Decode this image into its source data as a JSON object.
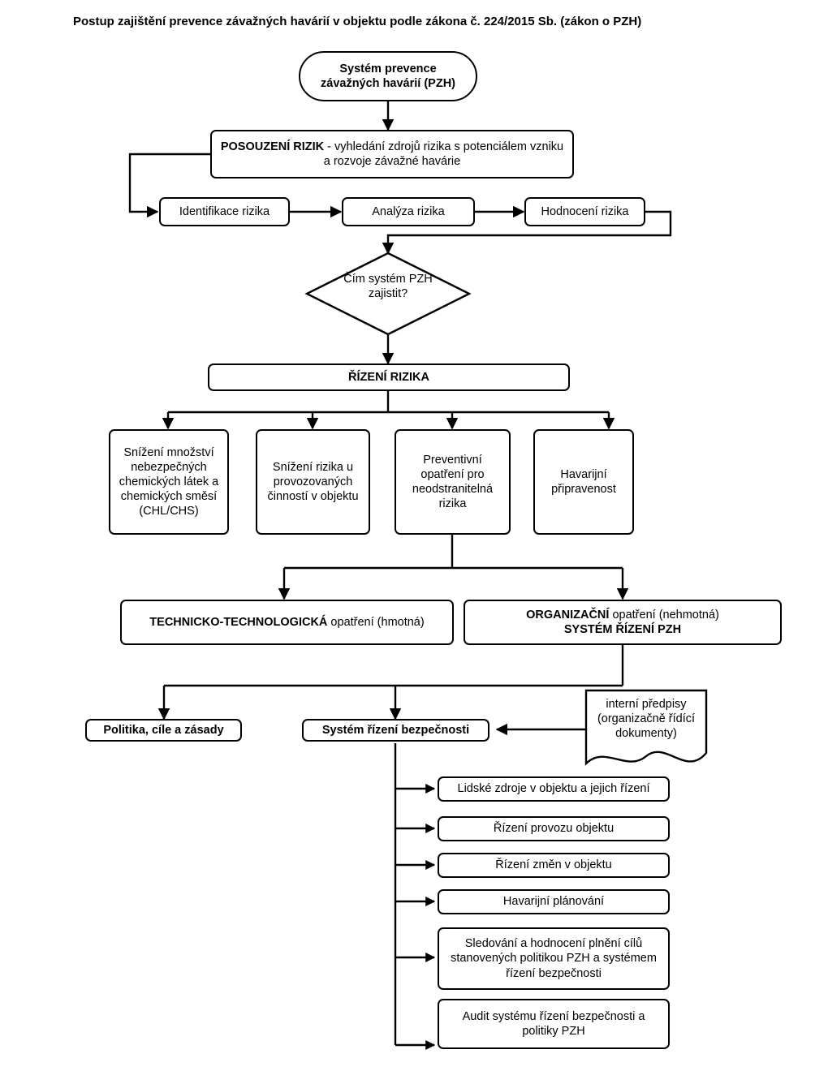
{
  "title": "Postup zajištění prevence závažných havárií v objektu podle zákona č. 224/2015 Sb. (zákon o PZH)",
  "nodes": {
    "root": "Systém prevence\nzávažných havárií (PZH)",
    "assessment_bold": "POSOUZENÍ RIZIK",
    "assessment_rest": " - vyhledání zdrojů rizika s potenciálem vzniku a rozvoje závažné havárie",
    "identification": "Identifikace rizika",
    "analysis": "Analýza rizika",
    "evaluation": "Hodnocení rizika",
    "decision": "Čím\nsystém PZH\nzajistit?",
    "risk_management": "ŘÍZENÍ RIZIKA",
    "measures": [
      "Snížení množství nebezpečných chemických látek a chemických směsí (CHL/CHS)",
      "Snížení rizika u provozovaných činností v objektu",
      "Preventivní opatření pro neodstranitelná rizika",
      "Havarijní připravenost"
    ],
    "technical_bold": "TECHNICKO-TECHNOLOGICKÁ",
    "technical_rest": " opatření (hmotná)",
    "organizational_bold_1": "ORGANIZAČNÍ",
    "organizational_rest_1": " opatření (nehmotná)",
    "organizational_bold_2": "SYSTÉM ŘÍZENÍ PZH",
    "policy": "Politika, cíle a zásady",
    "safety_system": "Systém řízení bezpečnosti",
    "internal_docs": "interní předpisy\n(organizačně řídící\ndokumenty)",
    "sms_items": [
      "Lidské zdroje v objektu a jejich řízení",
      "Řízení provozu objektu",
      "Řízení změn v objektu",
      "Havarijní plánování",
      "Sledování a hodnocení plnění cílů stanovených politikou PZH a systémem řízení bezpečnosti",
      "Audit systému řízení bezpečnosti a politiky PZH"
    ]
  },
  "colors": {
    "stroke": "#000000",
    "fill": "#ffffff",
    "text": "#000000"
  }
}
